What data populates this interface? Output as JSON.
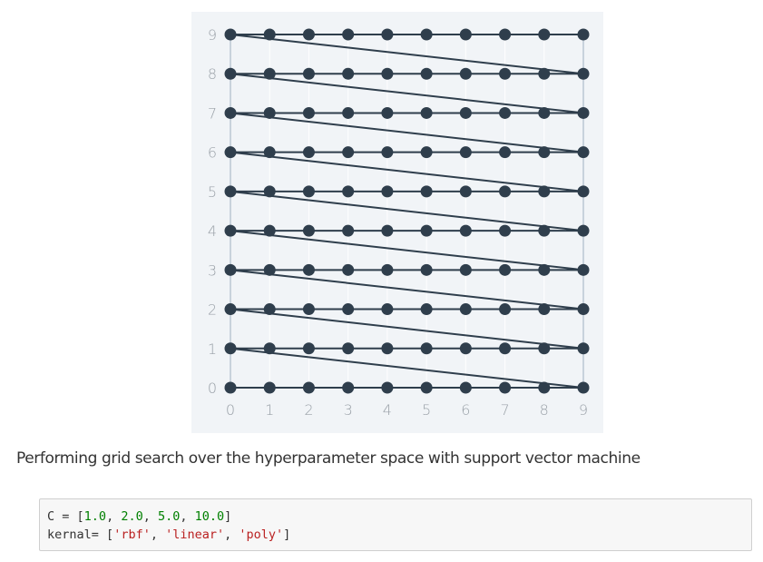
{
  "chart_data": {
    "type": "line",
    "title": "",
    "xlabel": "",
    "ylabel": "",
    "xlim": [
      0,
      9
    ],
    "ylim": [
      0,
      9
    ],
    "x_ticks": [
      "0",
      "1",
      "2",
      "3",
      "4",
      "5",
      "6",
      "7",
      "8",
      "9"
    ],
    "y_ticks": [
      "0",
      "1",
      "2",
      "3",
      "4",
      "5",
      "6",
      "7",
      "8",
      "9"
    ],
    "grid": true,
    "series": [
      {
        "path": "row-by-row sweep of the 10x10 integer grid; each row y=0..8 traversed x=0..9, then a diagonal return from (9, y) to (0, y+1); final row y=9",
        "marker": "circle",
        "color": "#2f3e4c",
        "points_per_row": 10,
        "rows": 10
      }
    ]
  },
  "caption": "Performing grid search over the hyperparameter space with support vector machine",
  "code_cell": {
    "line1": {
      "var": "C",
      "op": " = ",
      "open": "[",
      "values": [
        "1.0",
        "2.0",
        "5.0",
        "10.0"
      ],
      "sep": ", ",
      "close": "]"
    },
    "line2": {
      "var": "kernal",
      "op": "= ",
      "open": "[",
      "values": [
        "'rbf'",
        "'linear'",
        "'poly'"
      ],
      "sep": ", ",
      "close": "]"
    }
  },
  "colors": {
    "plot_background": "#f1f4f7",
    "grid": "#ffffff",
    "series": "#2f3e4c",
    "tick_label": "#9aa1a8",
    "code_number": "#008000",
    "code_string": "#ba2121"
  }
}
